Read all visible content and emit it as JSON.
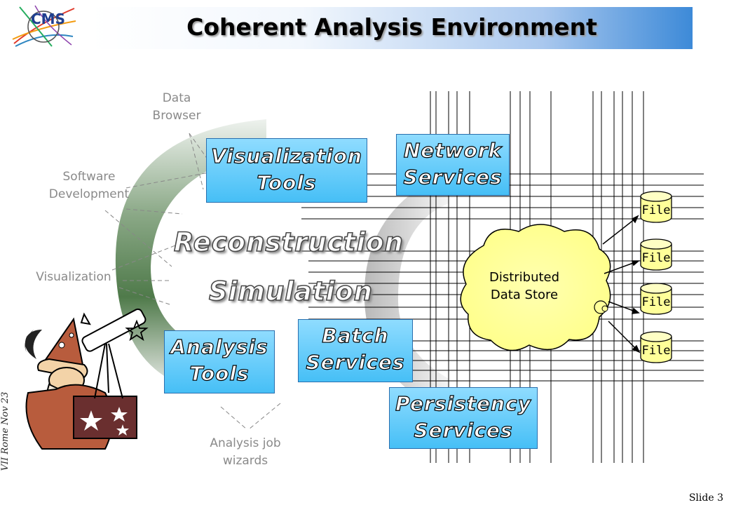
{
  "slide": {
    "title": "Coherent  Analysis Environment",
    "side_label": "VII Rome Nov 23",
    "slide_number": "Slide 3",
    "logo_text": "CMS"
  },
  "boxes": {
    "visualization_tools": [
      "Visualization",
      "Tools"
    ],
    "network_services": [
      "Network",
      "Services"
    ],
    "analysis_tools": [
      "Analysis",
      "Tools"
    ],
    "batch_services": [
      "Batch",
      "Services"
    ],
    "persistency_services": [
      "Persistency",
      "Services"
    ]
  },
  "center": {
    "reconstruction": "Reconstruction",
    "simulation": "Simulation"
  },
  "labels": {
    "data_browser": [
      "Data",
      "Browser"
    ],
    "software_development": [
      "Software",
      "Development"
    ],
    "visualization": "Visualization",
    "analysis_job_wizards": [
      "Analysis job",
      "wizards"
    ]
  },
  "storage": {
    "cloud": [
      "Distributed",
      "Data Store"
    ],
    "file_label": "File",
    "file_count": 4
  },
  "colors": {
    "box_fill": "#5ccbfb",
    "cloud_fill": "#ffff99",
    "file_fill": "#ffff99",
    "arc_dark": "#4f7a4a",
    "title_gradient_end": "#3d8ad8"
  },
  "icons": [
    "cms-logo-icon",
    "wizard-telescope-icon"
  ]
}
